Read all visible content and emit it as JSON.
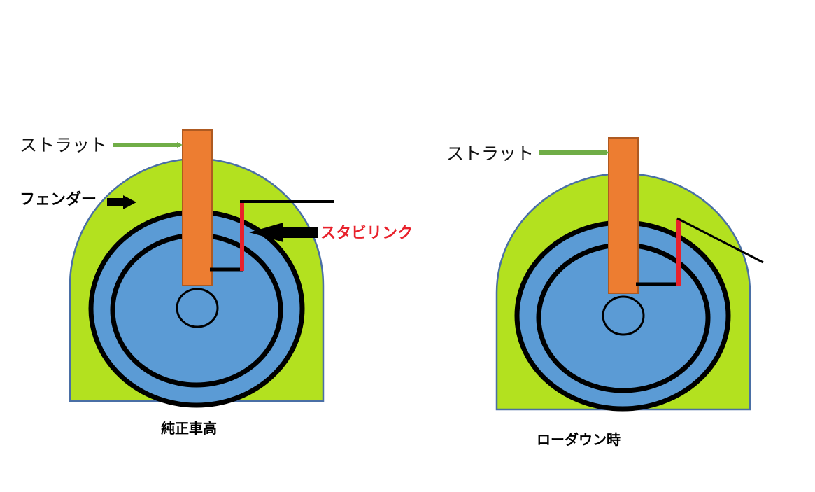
{
  "left": {
    "strut_label": "ストラット",
    "fender_label": "フェンダー",
    "stabilink_label": "スタビリンク",
    "caption": "純正車高"
  },
  "right": {
    "strut_label": "ストラット",
    "caption": "ローダウン時"
  },
  "colors": {
    "fender": "#b3e11f",
    "fender_outline": "#4a6fa5",
    "tire": "#5b9bd5",
    "strut": "#ed7d31",
    "strut_outline": "#ae5a21",
    "arrow_green": "#70ad47",
    "stabilink": "#e8212b",
    "lines": "#000000"
  }
}
